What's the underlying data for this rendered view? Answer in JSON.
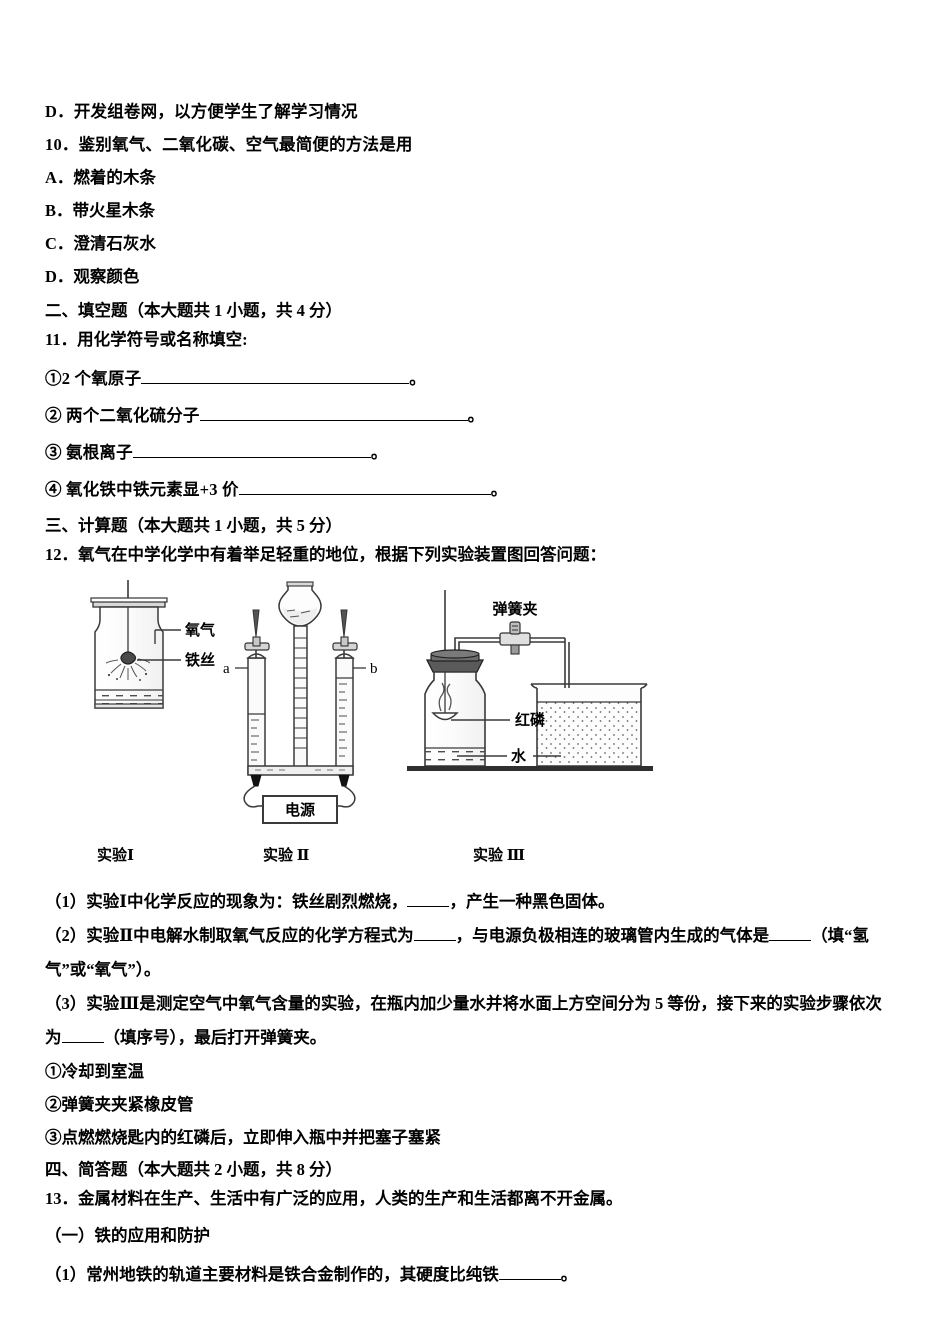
{
  "document": {
    "type": "chemistry-exam-paper",
    "language": "zh-CN"
  },
  "question9": {
    "option_d": "D．开发组卷网，以方便学生了解学习情况"
  },
  "question10": {
    "stem": "10．鉴别氧气、二氧化碳、空气最简便的方法是用",
    "options": [
      "A．燃着的木条",
      "B．带火星木条",
      "C．澄清石灰水",
      "D．观察颜色"
    ]
  },
  "section2": {
    "heading": "二、填空题（本大题共 1 小题，共 4 分）",
    "question11": {
      "stem": "11．用化学符号或名称填空:",
      "items": [
        {
          "label": "①2 个氧原子",
          "blank_width": 268,
          "tail": "。"
        },
        {
          "label": "② 两个二氧化硫分子",
          "blank_width": 268,
          "tail": "。"
        },
        {
          "label": "③ 氨根离子",
          "blank_width": 238,
          "tail": "。"
        },
        {
          "label": "④ 氧化铁中铁元素显+3 价",
          "blank_width": 252,
          "tail": "。"
        }
      ]
    }
  },
  "section3": {
    "heading": "三、计算题（本大题共 1 小题，共 5 分）",
    "question12": {
      "stem": "12．氧气在中学化学中有着举足轻重的地位，根据下列实验装置图回答问题：",
      "figure": {
        "experiment1": {
          "caption": "实验Ⅰ",
          "labels": [
            "氧气",
            "铁丝"
          ]
        },
        "experiment2": {
          "caption": "实验 Ⅱ",
          "labels": [
            "a",
            "b",
            "电源"
          ]
        },
        "experiment3": {
          "caption": "实验 Ⅲ",
          "labels": [
            "弹簧夹",
            "红磷",
            "水"
          ]
        }
      },
      "parts": [
        {
          "text_before": "（1）实验Ⅰ中化学反应的现象为：铁丝剧烈燃烧，",
          "blank_width": 42,
          "text_after": "，产生一种黑色固体。"
        }
      ],
      "part2_a": "（2）实验Ⅱ中电解水制取氧气反应的化学方程式为",
      "part2_b": "，与电源负极相连的玻璃管内生成的气体是",
      "part2_c": "（填“氢",
      "part2_d": "气”或“氧气”）。",
      "part3_a": "（3）实验Ⅲ是测定空气中氧气含量的实验，在瓶内加少量水并将水面上方空间分为 5 等份，接下来的实验步骤依次",
      "part3_b": "为",
      "part3_c": "（填序号），最后打开弹簧夹。",
      "steps": [
        "①冷却到室温",
        "②弹簧夹夹紧橡皮管",
        "③点燃燃烧匙内的红磷后，立即伸入瓶中并把塞子塞紧"
      ]
    }
  },
  "section4": {
    "heading": "四、简答题（本大题共 2 小题，共 8 分）",
    "question13": {
      "stem": "13．金属材料在生产、生活中有广泛的应用，人类的生产和生活都离不开金属。",
      "subheading": "（一）铁的应用和防护",
      "part1_a": "（1）常州地铁的轨道主要材料是铁合金制作的，其硬度比纯铁",
      "part1_blank_width": 62,
      "part1_b": "。"
    }
  },
  "colors": {
    "text": "#000000",
    "background": "#ffffff",
    "line": "#3a3a3a",
    "fill_light": "#f2f2f2"
  }
}
